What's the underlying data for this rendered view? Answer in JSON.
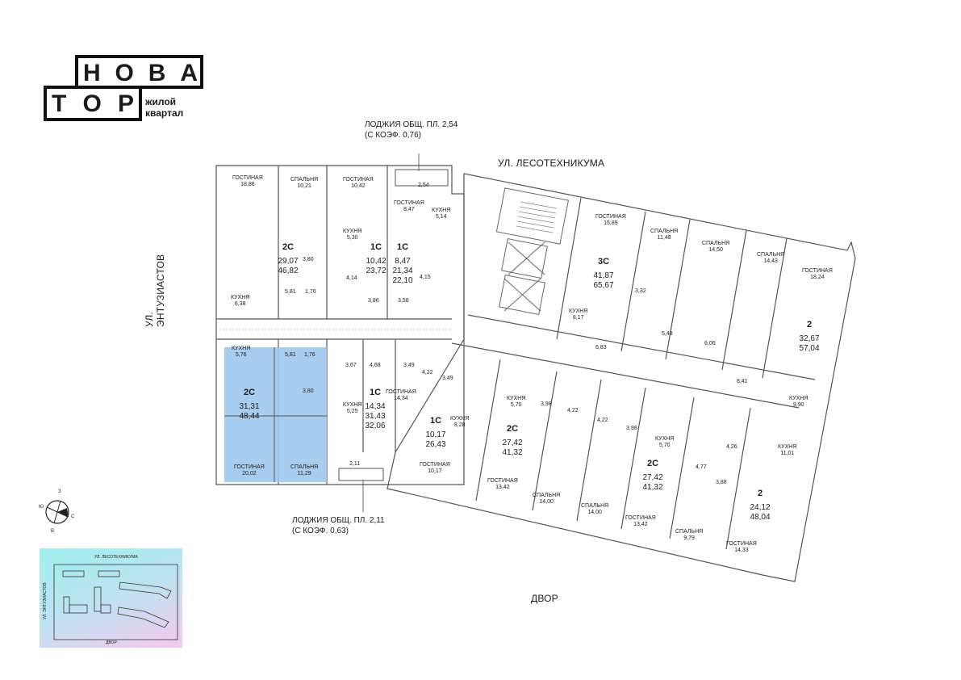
{
  "logo": {
    "row1": [
      "Н",
      "О",
      "В",
      "А"
    ],
    "row2": [
      "Т",
      "О",
      "Р"
    ],
    "subtitle_line1": "жилой",
    "subtitle_line2": "квартал"
  },
  "streets": {
    "top": "УЛ. ЛЕСОТЕХНИКУМА",
    "left": "УЛ. ЭНТУЗИАСТОВ",
    "bottom": "ДВОР"
  },
  "loggia_top": {
    "line1": "ЛОДЖИЯ ОБЩ. ПЛ. 2,54",
    "line2": "(С КОЭФ. 0,76)",
    "value": "2,54"
  },
  "loggia_bottom": {
    "line1": "ЛОДЖИЯ ОБЩ. ПЛ. 2,11",
    "line2": "(С КОЭФ. 0,63)",
    "value": "2,11"
  },
  "compass": {
    "n": "З",
    "w": "Ю",
    "e": "С",
    "s": "В"
  },
  "minimap": {
    "top": "УЛ. ЛЕСОТЕХНИКУМА",
    "left": "УЛ. ЭНТУЗИАСТОВ",
    "bottom": "ДВОР",
    "gradient": [
      "#9ef0ee",
      "#f5c8ef"
    ]
  },
  "highlight_color": "#9fc8ec",
  "rooms": [
    {
      "name": "ГОСТИНАЯ",
      "area": "18,86"
    },
    {
      "name": "СПАЛЬНЯ",
      "area": "10,21"
    },
    {
      "name": "ГОСТИНАЯ",
      "area": "10,42"
    },
    {
      "name": "ГОСТИНАЯ",
      "area": "8,47"
    },
    {
      "name": "КУХНЯ",
      "area": "5,14"
    },
    {
      "name": "КУХНЯ",
      "area": "5,30"
    },
    {
      "name": "КУХНЯ",
      "area": "6,38"
    },
    {
      "name": "КУХНЯ",
      "area": "5,76"
    },
    {
      "name": "ГОСТИНАЯ",
      "area": "20,02"
    },
    {
      "name": "СПАЛЬНЯ",
      "area": "11,29"
    },
    {
      "name": "КУХНЯ",
      "area": "5,25"
    },
    {
      "name": "ГОСТИНАЯ",
      "area": "14,34"
    },
    {
      "name": "ГОСТИНАЯ",
      "area": "15,89"
    },
    {
      "name": "СПАЛЬНЯ",
      "area": "11,48"
    },
    {
      "name": "СПАЛЬНЯ",
      "area": "14,50"
    },
    {
      "name": "СПАЛЬНЯ",
      "area": "14,43"
    },
    {
      "name": "ГОСТИНАЯ",
      "area": "18,24"
    },
    {
      "name": "КУХНЯ",
      "area": "8,17"
    },
    {
      "name": "КУХНЯ",
      "area": "9,90"
    },
    {
      "name": "КУХНЯ",
      "area": "8,28"
    },
    {
      "name": "КУХНЯ",
      "area": "5,70"
    },
    {
      "name": "КУХНЯ",
      "area": "5,70"
    },
    {
      "name": "КУХНЯ",
      "area": "11,01"
    },
    {
      "name": "ГОСТИНАЯ",
      "area": "10,17"
    },
    {
      "name": "ГОСТИНАЯ",
      "area": "13,42"
    },
    {
      "name": "СПАЛЬНЯ",
      "area": "14,00"
    },
    {
      "name": "СПАЛЬНЯ",
      "area": "14,00"
    },
    {
      "name": "ГОСТИНАЯ",
      "area": "13,42"
    },
    {
      "name": "СПАЛЬНЯ",
      "area": "9,79"
    },
    {
      "name": "ГОСТИНАЯ",
      "area": "14,33"
    }
  ],
  "apartments": [
    {
      "code": "2С",
      "a1": "29,07",
      "a2": "46,82"
    },
    {
      "code": "1С",
      "a1": "10,42",
      "a2": "23,72"
    },
    {
      "code": "1С",
      "a1": "8,47",
      "a2": "21,34",
      "a3": "22,10"
    },
    {
      "code": "2С",
      "a1": "31,31",
      "a2": "48,44"
    },
    {
      "code": "1С",
      "a1": "14,34",
      "a2": "31,43",
      "a3": "32,06"
    },
    {
      "code": "3С",
      "a1": "41,87",
      "a2": "65,67"
    },
    {
      "code": "2",
      "a1": "32,67",
      "a2": "57,04"
    },
    {
      "code": "1С",
      "a1": "10,17",
      "a2": "26,43"
    },
    {
      "code": "2С",
      "a1": "27,42",
      "a2": "41,32"
    },
    {
      "code": "2С",
      "a1": "27,42",
      "a2": "41,32"
    },
    {
      "code": "2",
      "a1": "24,12",
      "a2": "48,04"
    }
  ],
  "small_areas": [
    "3,80",
    "5,81",
    "1,76",
    "4,14",
    "3,86",
    "4,15",
    "3,58",
    "5,81",
    "1,76",
    "3,67",
    "4,68",
    "3,49",
    "3,80",
    "3,32",
    "5,48",
    "6,06",
    "6,83",
    "8,41",
    "4,22",
    "3,49",
    "3,98",
    "4,22",
    "4,22",
    "3,98",
    "4,26",
    "4,77",
    "3,88"
  ]
}
